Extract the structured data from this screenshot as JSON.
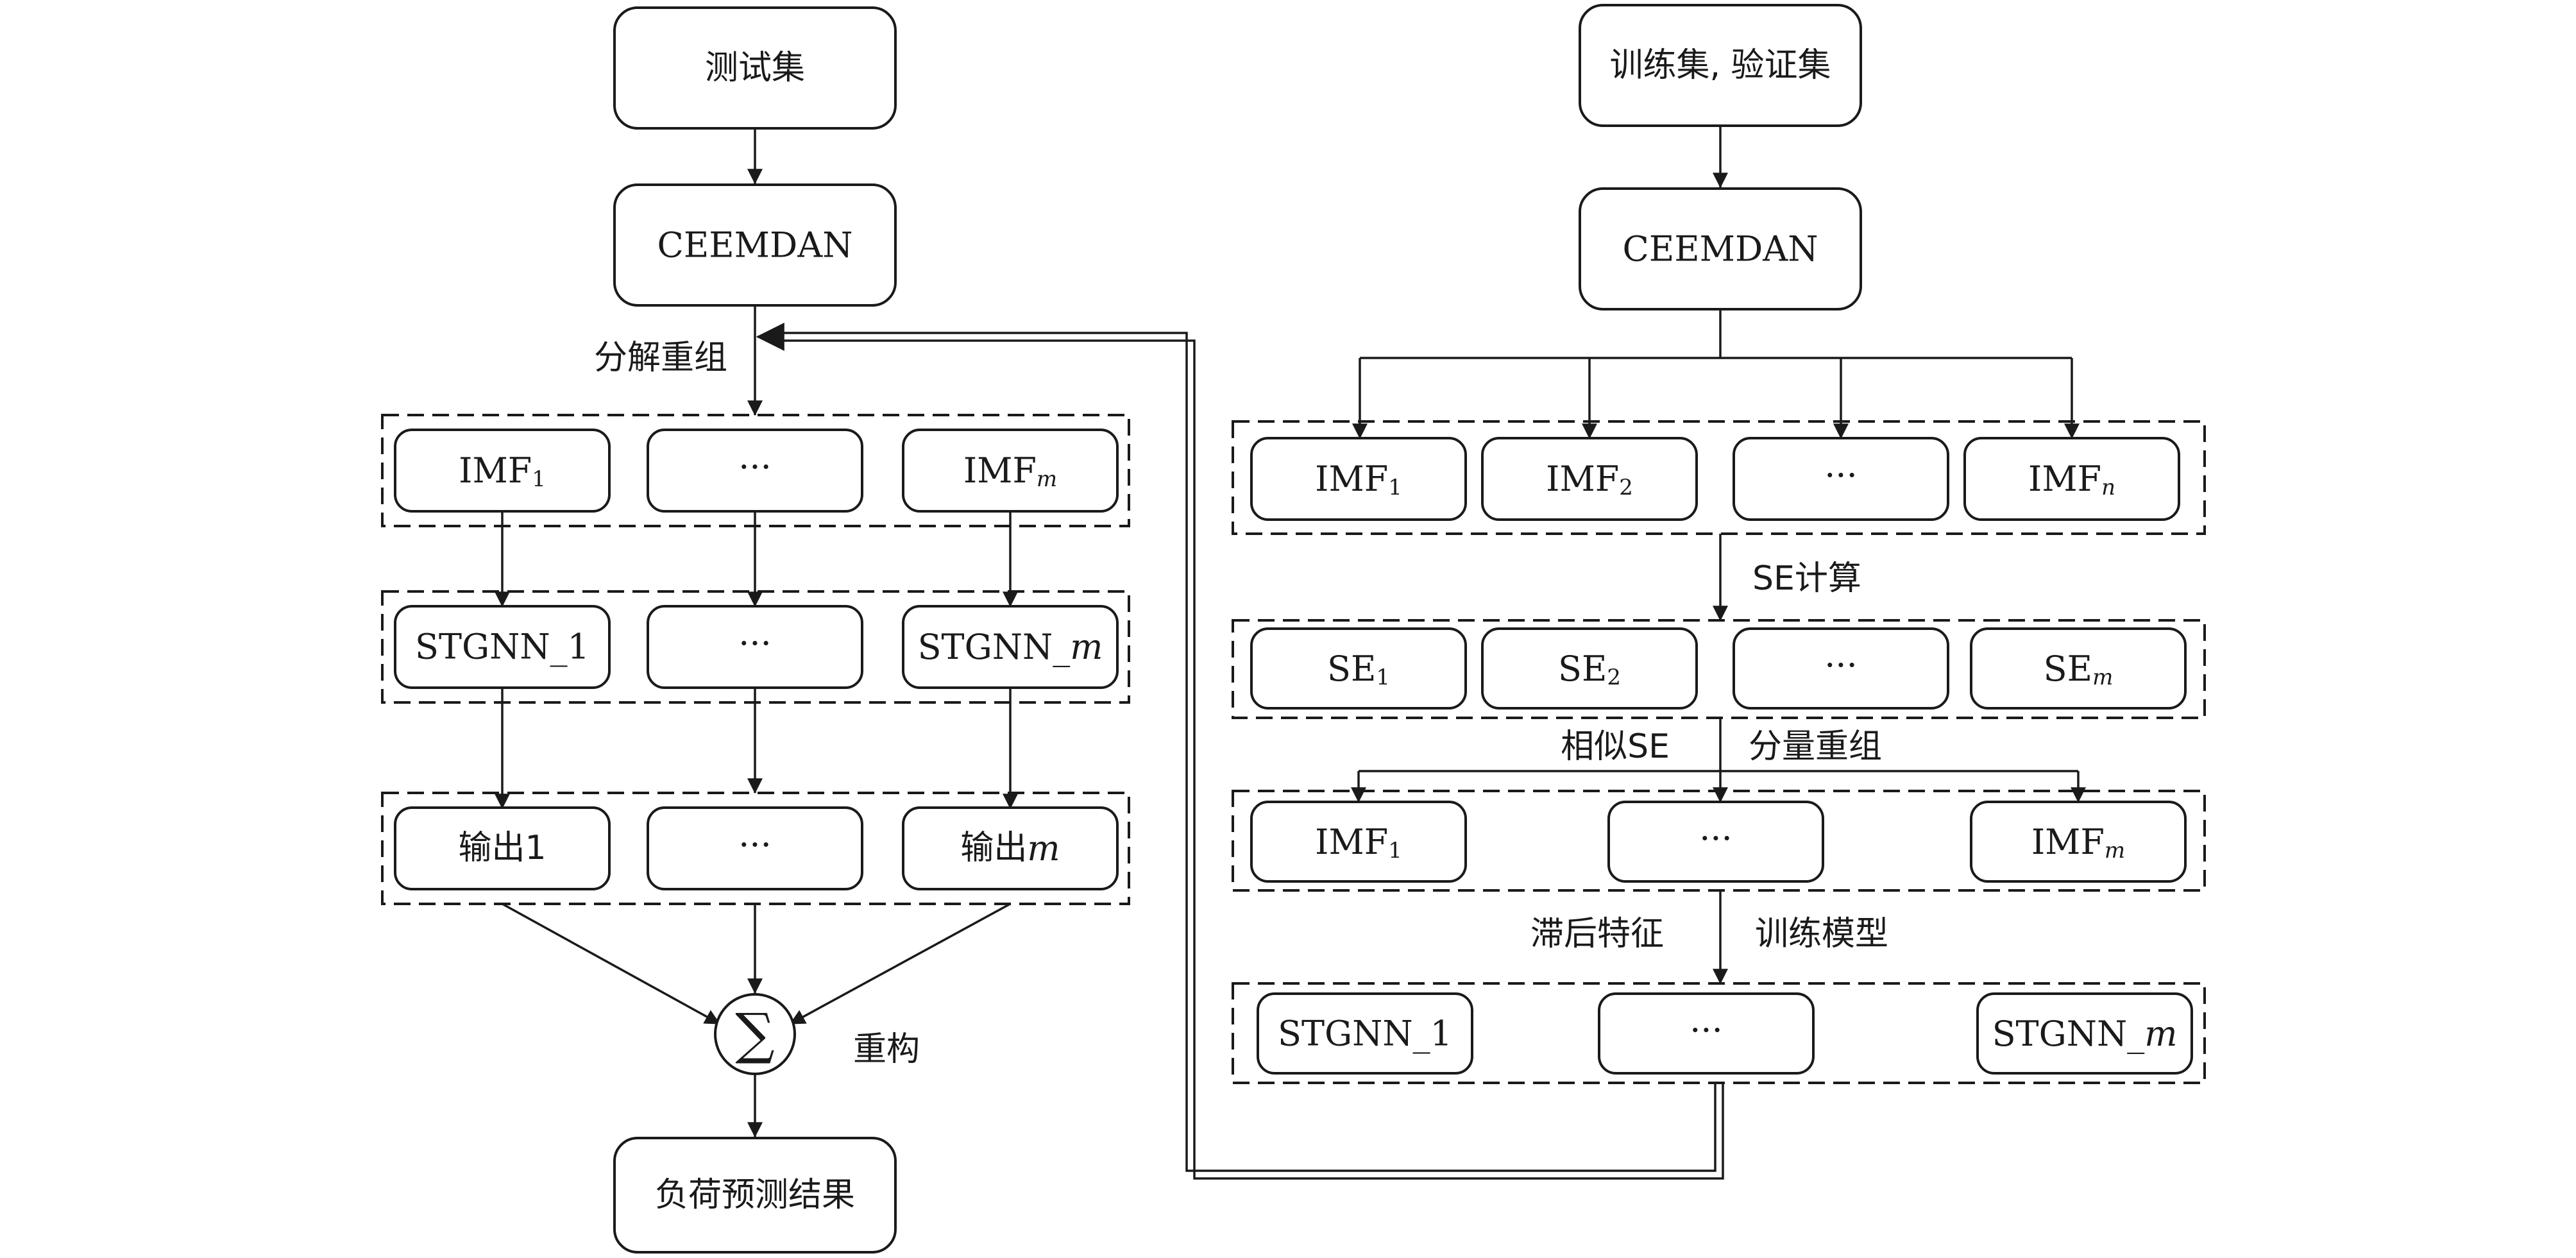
{
  "left": {
    "test_set": "测试集",
    "ceemdan": "CEEMDAN",
    "decompose_label": "分解重组",
    "imf_row": {
      "imf1": {
        "base": "IMF",
        "sub": "1"
      },
      "ellipsis": "···",
      "imfm": {
        "base": "IMF",
        "sub": "m"
      }
    },
    "stgnn_row": {
      "first": "STGNN_1",
      "ellipsis": "···",
      "last_prefix": "STGNN_",
      "last_var": "m"
    },
    "output_row": {
      "first": "输出1",
      "ellipsis": "···",
      "last_prefix": "输出",
      "last_var": "m"
    },
    "sum_symbol": "∑",
    "reconstruct_label": "重构",
    "result": "负荷预测结果"
  },
  "right": {
    "train_val": "训练集, 验证集",
    "ceemdan": "CEEMDAN",
    "imf_row": {
      "imf1": {
        "base": "IMF",
        "sub": "1"
      },
      "imf2": {
        "base": "IMF",
        "sub": "2"
      },
      "ellipsis": "···",
      "imfn": {
        "base": "IMF",
        "sub": "n"
      }
    },
    "se_calc_label": "SE计算",
    "se_row": {
      "se1": {
        "base": "SE",
        "sub": "1"
      },
      "se2": {
        "base": "SE",
        "sub": "2"
      },
      "ellipsis": "···",
      "sem": {
        "base": "SE",
        "sub": "m"
      }
    },
    "similar_se_label": "相似SE",
    "regroup_label": "分量重组",
    "regroup_row": {
      "imf1": {
        "base": "IMF",
        "sub": "1"
      },
      "ellipsis": "···",
      "imfm": {
        "base": "IMF",
        "sub": "m"
      }
    },
    "lag_label": "滞后特征",
    "train_label": "训练模型",
    "stgnn_row": {
      "first": "STGNN_1",
      "ellipsis": "···",
      "last_prefix": "STGNN_",
      "last_var": "m"
    }
  }
}
